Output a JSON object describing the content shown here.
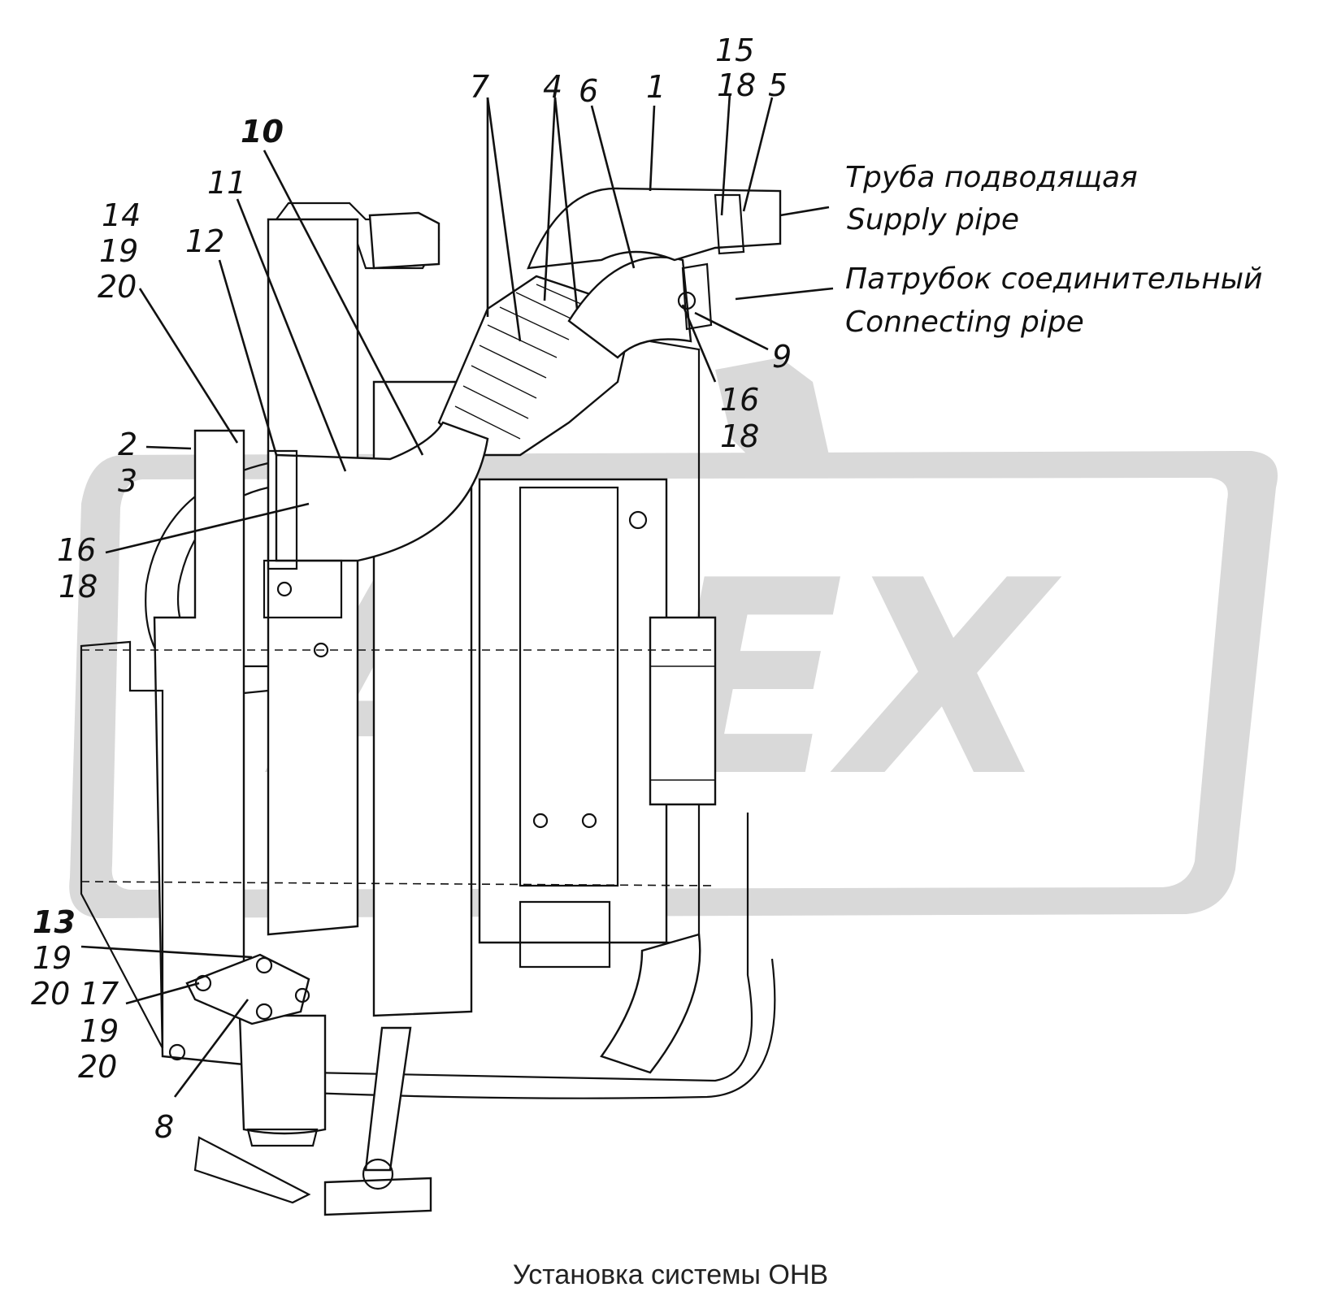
{
  "caption": "Установка системы ОНВ",
  "watermark": "ALEX",
  "annotations": {
    "supply_ru": "Труба подводящая",
    "supply_en": "Supply pipe",
    "connecting_ru": "Патрубок соединительный",
    "connecting_en": "Connecting pipe"
  },
  "callouts": {
    "c15": "15",
    "c18a": "18",
    "c5": "5",
    "c7": "7",
    "c4": "4",
    "c6": "6",
    "c1": "1",
    "c10": "10",
    "c11": "11",
    "c14": "14",
    "c19a": "19",
    "c20a": "20",
    "c12": "12",
    "c9": "9",
    "c16a": "16",
    "c18b": "18",
    "c2": "2",
    "c3": "3",
    "c16b": "16",
    "c18c": "18",
    "c13": "13",
    "c19b": "19",
    "c20b": "20",
    "c17": "17",
    "c19c": "19",
    "c20c": "20",
    "c8": "8"
  }
}
